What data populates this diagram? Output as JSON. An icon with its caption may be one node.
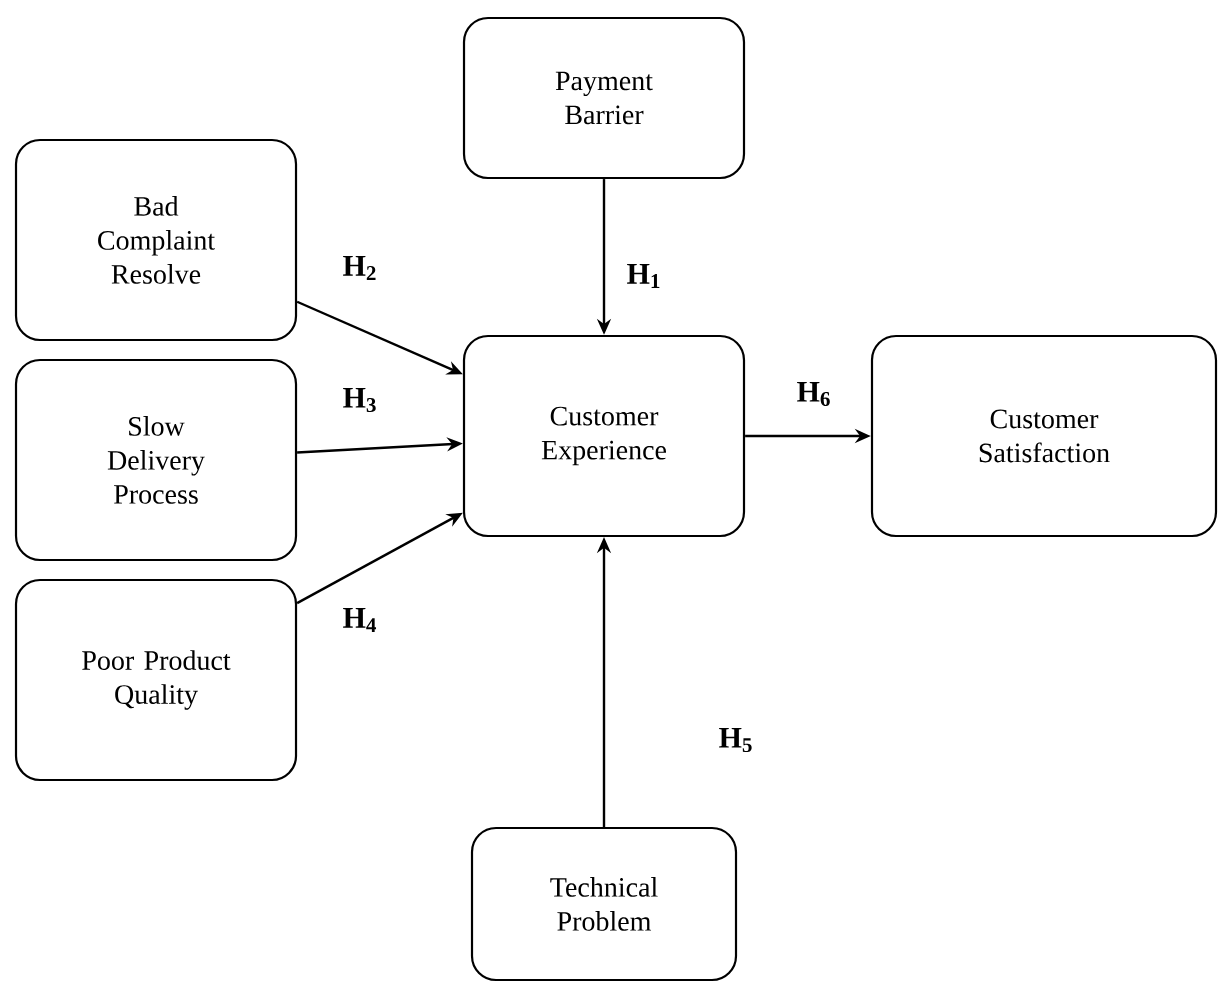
{
  "diagram": {
    "nodes": [
      {
        "text": [
          "Payment Barrier"
        ]
      },
      {
        "text": [
          "Bad Complaint Resolve"
        ]
      },
      {
        "text": [
          "Slow Delivery Process"
        ]
      },
      {
        "text": [
          "Customer Experience"
        ]
      },
      {
        "text": [
          "Customer Satisfaction"
        ]
      },
      {
        "text": [
          "Poor Product Quality"
        ]
      },
      {
        "text": [
          "Technical Problem"
        ]
      }
    ],
    "edges": [
      {
        "from": 0,
        "to": 3,
        "arrow": "to",
        "label": "H$_{1}$"
      },
      {
        "from": 1,
        "to": 3,
        "arrow": "to",
        "label": "H$_{2}$"
      },
      {
        "from": 2,
        "to": 3,
        "arrow": "to",
        "label": "H$_{3}$"
      },
      {
        "from": 5,
        "to": 3,
        "arrow": "to",
        "label": "H$_{4}$"
      },
      {
        "from": 6,
        "to": 3,
        "arrow": "to",
        "label": "H$_{5}$"
      },
      {
        "from": 3,
        "to": 4,
        "arrow": "to",
        "label": "H$_{6}$"
      }
    ]
  }
}
